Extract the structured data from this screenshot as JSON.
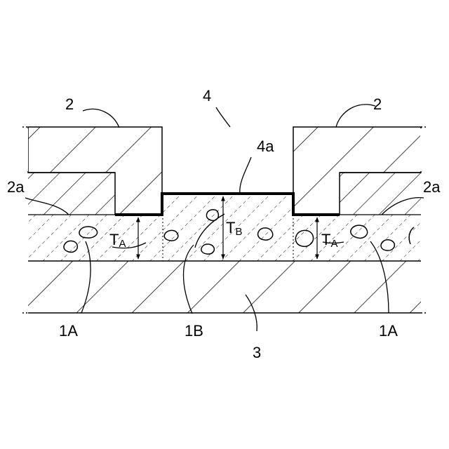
{
  "labels": {
    "region_2_left": "2",
    "region_2_right": "2",
    "region_4": "4",
    "surface_4a": "4a",
    "surface_2a_left": "2a",
    "surface_2a_right": "2a",
    "region_1a_left": "1A",
    "region_1b": "1B",
    "region_1a_right": "1A",
    "substrate_3": "3"
  },
  "thickness": {
    "ta_left": {
      "main": "T",
      "sub": "A"
    },
    "tb": {
      "main": "T",
      "sub": "B"
    },
    "ta_right": {
      "main": "T",
      "sub": "A"
    }
  }
}
